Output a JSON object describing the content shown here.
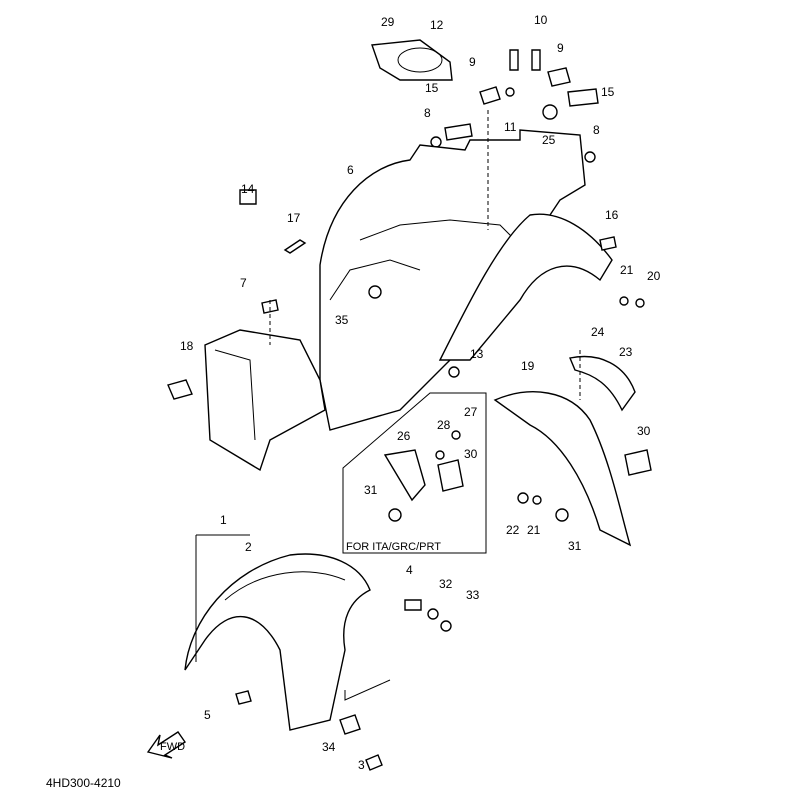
{
  "diagram": {
    "code": "4HD300-4210",
    "fwd_label": "FWD",
    "inset_note": "FOR ITA/GRC/PRT",
    "callouts": [
      "29",
      "12",
      "10",
      "9",
      "9",
      "15",
      "15",
      "11",
      "25",
      "8",
      "8",
      "6",
      "14",
      "17",
      "16",
      "21",
      "20",
      "7",
      "35",
      "13",
      "24",
      "23",
      "19",
      "18",
      "26",
      "28",
      "27",
      "30",
      "30",
      "31",
      "22",
      "21",
      "31",
      "1",
      "2",
      "4",
      "32",
      "33",
      "5",
      "34",
      "3"
    ]
  }
}
